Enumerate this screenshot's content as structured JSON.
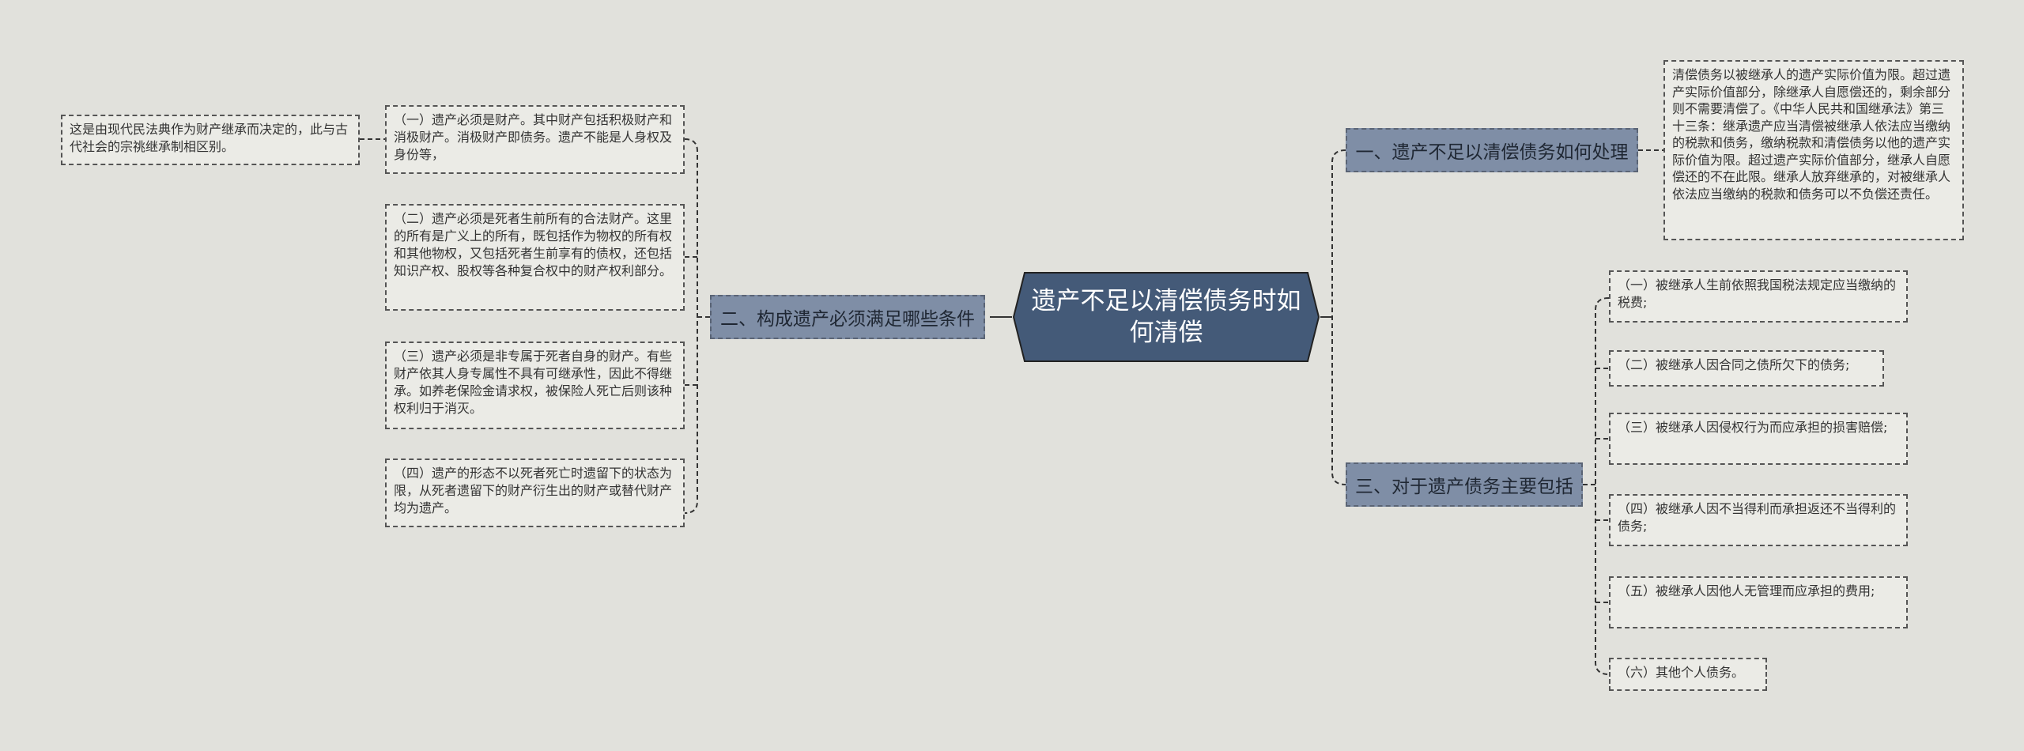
{
  "root": {
    "title": "遗产不足以清偿债务时如何清偿"
  },
  "branches": [
    {
      "label": "一、遗产不足以清偿债务如何处理",
      "children": [
        "清偿债务以被继承人的遗产实际价值为限。超过遗产实际价值部分，除继承人自愿偿还的，剩余部分则不需要清偿了。《中华人民共和国继承法》第三十三条：继承遗产应当清偿被继承人依法应当缴纳的税款和债务，缴纳税款和清偿债务以他的遗产实际价值为限。超过遗产实际价值部分，继承人自愿偿还的不在此限。继承人放弃继承的，对被继承人依法应当缴纳的税款和债务可以不负偿还责任。"
      ]
    },
    {
      "label": "二、构成遗产必须满足哪些条件",
      "children": [
        "（一）遗产必须是财产。其中财产包括积极财产和消极财产。消极财产即债务。遗产不能是人身权及身份等，",
        "（二）遗产必须是死者生前所有的合法财产。这里的所有是广义上的所有，既包括作为物权的所有权和其他物权，又包括死者生前享有的债权，还包括知识产权、股权等各种复合权中的财产权利部分。",
        "（三）遗产必须是非专属于死者自身的财产。有些财产依其人身专属性不具有可继承性，因此不得继承。如养老保险金请求权，被保险人死亡后则该种权利归于消灭。",
        "（四）遗产的形态不以死者死亡时遗留下的状态为限，从死者遗留下的财产衍生出的财产或替代财产均为遗产。"
      ],
      "note": "这是由现代民法典作为财产继承而决定的，此与古代社会的宗祧继承制相区别。"
    },
    {
      "label": "三、对于遗产债务主要包括",
      "children": [
        "（一）被继承人生前依照我国税法规定应当缴纳的税费;",
        "（二）被继承人因合同之债所欠下的债务;",
        "（三）被继承人因侵权行为而应承担的损害赔偿;",
        "（四）被继承人因不当得利而承担返还不当得利的债务;",
        "（五）被继承人因他人无管理而应承担的费用;",
        "（六）其他个人债务。"
      ]
    }
  ],
  "colors": {
    "background": "#e1e1dc",
    "root_fill": "#445a78",
    "branch_fill": "#7f8ea6",
    "leaf_fill": "#ebebe6",
    "connector": "#333333"
  }
}
